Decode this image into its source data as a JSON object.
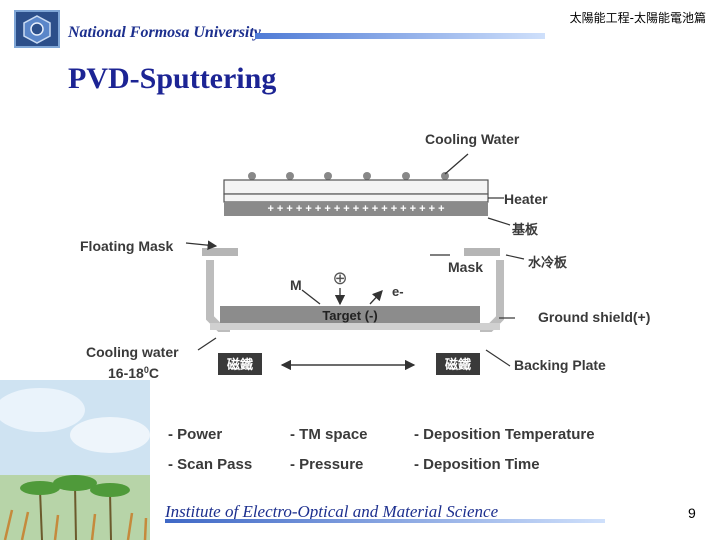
{
  "header": {
    "university": "National Formosa University",
    "course_title": "太陽能工程-太陽能電池篇"
  },
  "slide": {
    "title": "PVD-Sputtering",
    "page_number": "9"
  },
  "diagram": {
    "labels": {
      "cooling_water": "Cooling Water",
      "heater": "Heater",
      "substrate": "基板",
      "floating_mask": "Floating Mask",
      "mask": "Mask",
      "cold_plate": "水冷板",
      "metal_ion": "M",
      "plus_ion": "⊕",
      "electron": "e-",
      "target": "Target (-)",
      "ground_shield": "Ground shield(+)",
      "cooling_water_temp_1": "Cooling water",
      "cooling_water_temp_2": "16-18",
      "temp_sup": "0",
      "temp_unit": "C",
      "magnet": "磁鐵",
      "backing_plate": "Backing Plate",
      "plus_row": "+ + + + + + + + + + + + + + + + + + +"
    }
  },
  "parameters": {
    "col1": [
      "- Power",
      "- Scan Pass"
    ],
    "col2": [
      "- TM space",
      "- Pressure"
    ],
    "col3": [
      "- Deposition Temperature",
      "- Deposition Time"
    ]
  },
  "footer": {
    "institute": "Institute of Electro-Optical and Material Science"
  }
}
